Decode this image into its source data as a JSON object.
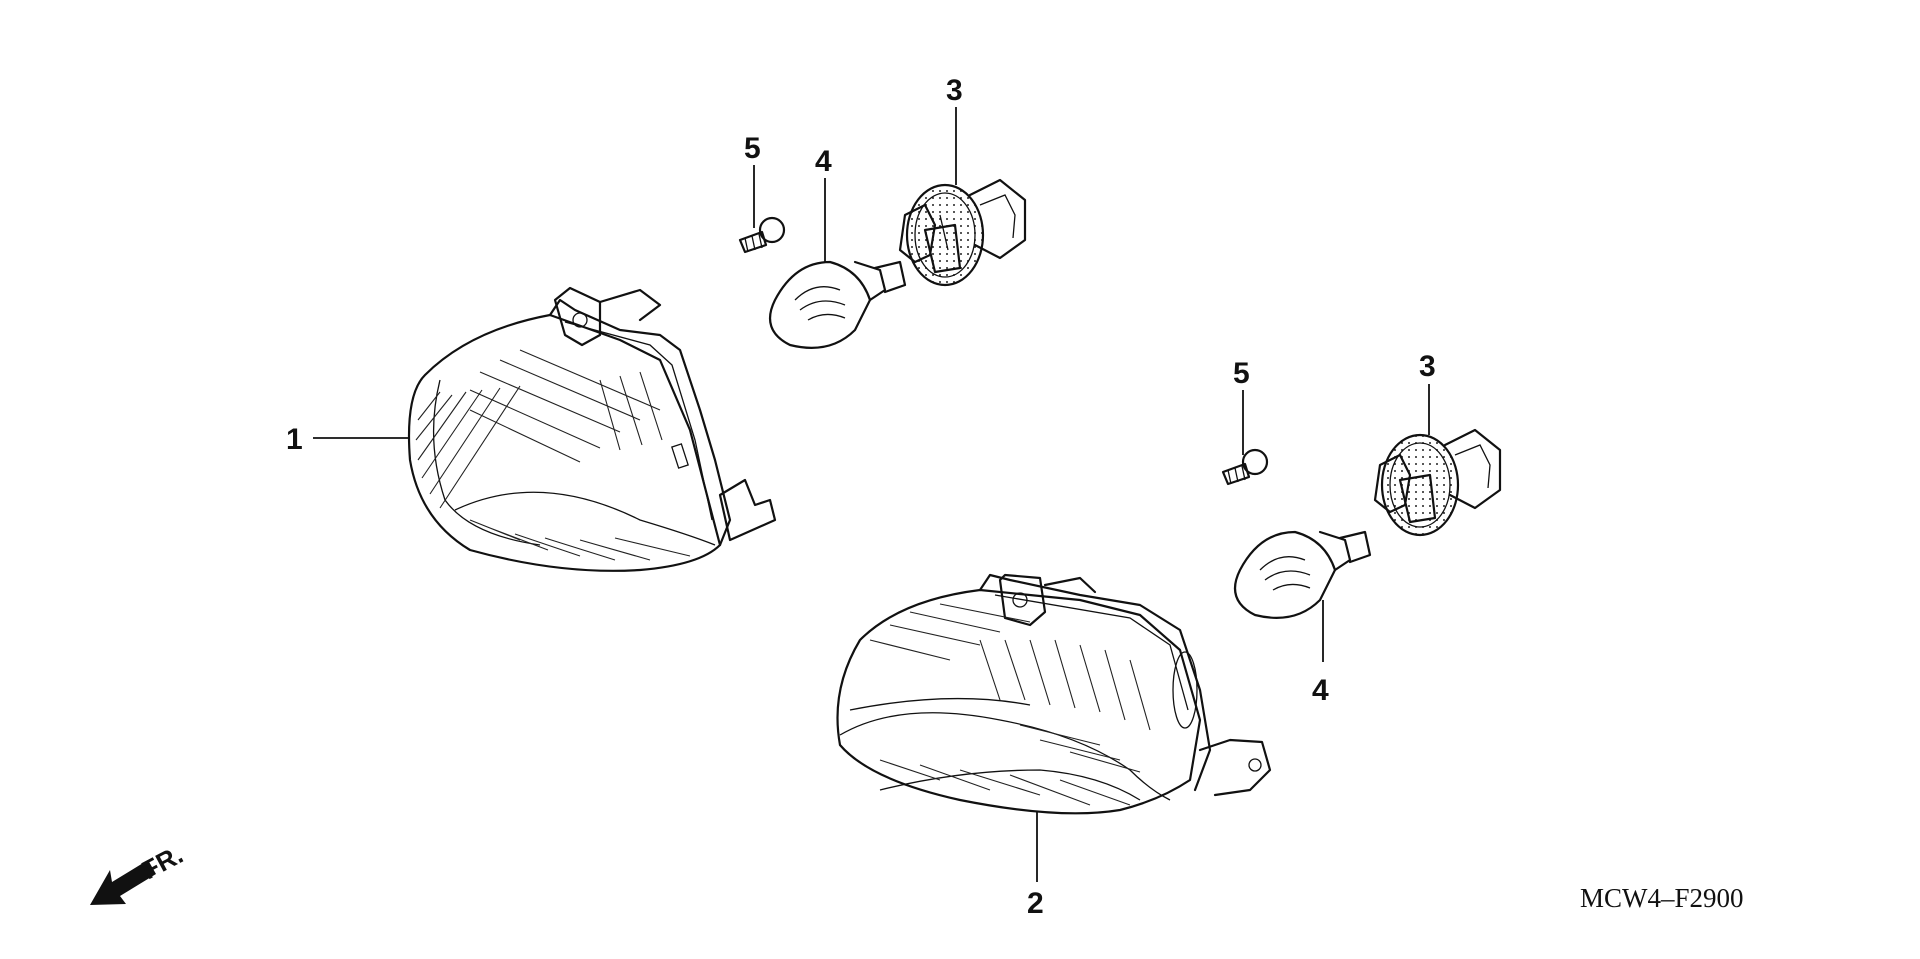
{
  "callouts": {
    "part_1": "1",
    "part_2": "2",
    "part_3_upper": "3",
    "part_3_lower": "3",
    "part_4_upper": "4",
    "part_4_lower": "4",
    "part_5_upper": "5",
    "part_5_lower": "5"
  },
  "direction_label": "FR.",
  "diagram_code": "MCW4–F2900"
}
